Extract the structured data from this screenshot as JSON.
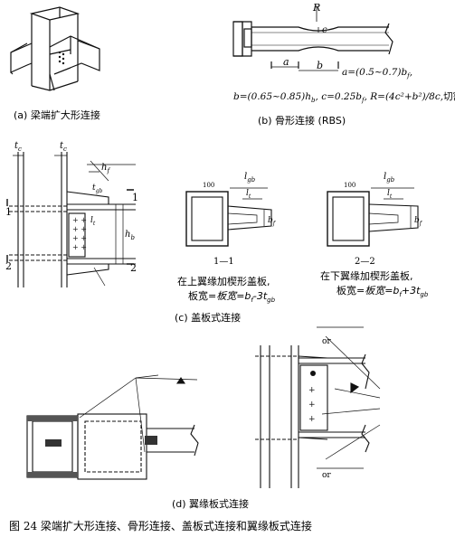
{
  "figure": {
    "caption": "图 24   梁端扩大形连接、骨形连接、盖板式连接和翼缘板式连接"
  },
  "panel_a": {
    "caption": "(a)  梁端扩大形连接"
  },
  "panel_b": {
    "caption": "(b)  骨形连接 (RBS)",
    "label_R": "R",
    "label_c": "c",
    "label_a": "a",
    "label_b": "b",
    "formula_a": "a=(0.5~0.7)b",
    "formula_a_sub": "f",
    "formula_a_tail": ",",
    "formula_line2": "b=(0.65~0.85)h",
    "formula_line2_sub": "b",
    "formula_c": ", c=0.25b",
    "formula_c_sub": "f",
    "formula_R": ", R=(4c²+b²)/8c,",
    "note": "切割面应刨光"
  },
  "panel_c": {
    "caption": "(c)  盖板式连接",
    "tc_left": "t",
    "tc_right": "t",
    "tc_sub": "c",
    "hf": "h",
    "hf_sub": "f",
    "tgb": "t",
    "tgb_sub": "gb",
    "lgb": "l",
    "lgb_sub": "gb",
    "lt": "l",
    "lt_sub": "t",
    "hb": "h",
    "hb_sub": "b",
    "section1": "1",
    "section2": "2",
    "dim100_left": "100",
    "dim100_right": "100",
    "sec_left_title": "1—1",
    "sec_right_title": "2—2",
    "sec_left_text1": "在上翼缘加楔形盖板,",
    "sec_left_text2": "板宽=b",
    "sec_left_text2_tail": "-3t",
    "sec_right_text1": "在下翼缘加楔形盖板,",
    "sec_right_text2": "板宽=b",
    "sec_right_text2_tail": "+3t",
    "bf": "b",
    "bf_sub": "f"
  },
  "panel_d": {
    "caption": "(d)  翼缘板式连接",
    "weld_top": "or",
    "weld_bottom": "or"
  }
}
